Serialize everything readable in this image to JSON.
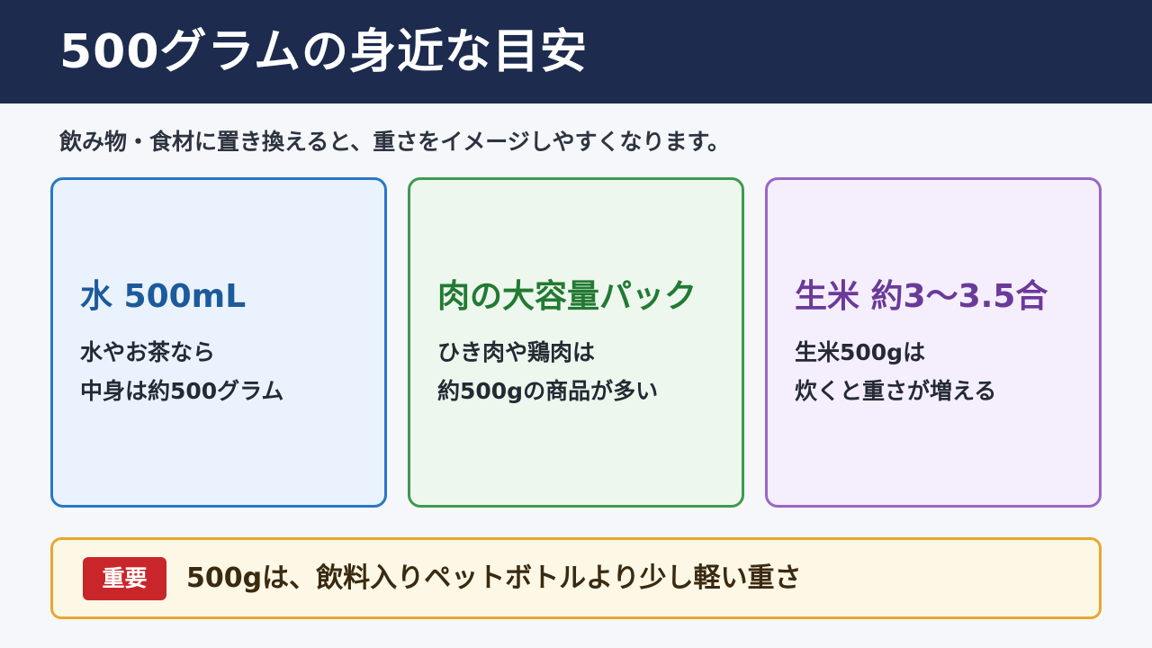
{
  "header": {
    "title": "500グラムの身近な目安"
  },
  "subtitle": "飲み物・食材に置き換えると、重さをイメージしやすくなります。",
  "cards": [
    {
      "title": "水 500mL",
      "lines": [
        "水やお茶なら",
        "中身は約500グラム"
      ],
      "accent": "#2a77c5"
    },
    {
      "title": "肉の大容量パック",
      "lines": [
        "ひき肉や鶏肉は",
        "約500gの商品が多い"
      ],
      "accent": "#3e9a4d"
    },
    {
      "title": "生米 約3〜3.5合",
      "lines": [
        "生米500gは",
        "炊くと重さが増える"
      ],
      "accent": "#9a66c6"
    }
  ],
  "note": {
    "badge": "重要",
    "text": "500gは、飲料入りペットボトルより少し軽い重さ",
    "accent": "#e7a830",
    "badge_color": "#c8262b"
  }
}
